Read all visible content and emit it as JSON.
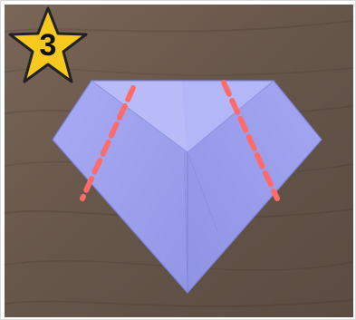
{
  "step": {
    "number": "3",
    "badge_color": "#f7c81d",
    "badge_outline": "#222222",
    "badge_shape": "star"
  },
  "photo": {
    "paper_color": "#9c9ff0",
    "table_color": "#6b5a4e",
    "fold_guide_color": "#ff6b6b",
    "fold_guide_style": "dashed"
  }
}
